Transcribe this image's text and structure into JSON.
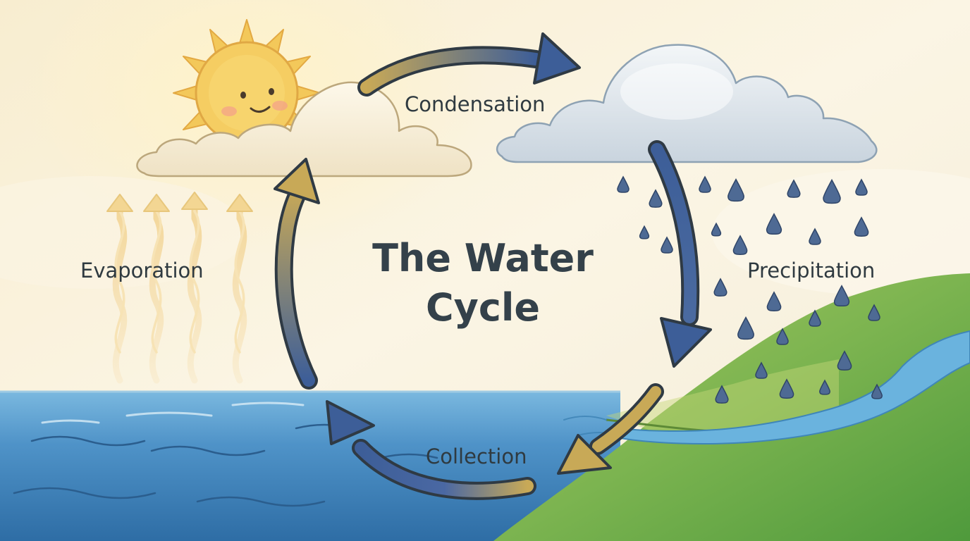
{
  "title": {
    "line1": "The Water",
    "line2": "Cycle"
  },
  "stages": {
    "condensation": "Condensation",
    "evaporation": "Evaporation",
    "precipitation": "Precipitation",
    "collection": "Collection"
  },
  "colors": {
    "sky_light": "#fbf4e0",
    "sky_warm": "#f3e3bb",
    "sun": "#f3c85a",
    "sun_rays": "#efbf55",
    "cloud_light": "#f7efda",
    "rain_cloud": "#dfe6ec",
    "raindrop": "#4e6a94",
    "sea": "#4f93c8",
    "sea_deep": "#2e6da5",
    "hill": "#7cb450",
    "hill_dark": "#4f9a3c",
    "river": "#6ab3de",
    "arrow_blue": "#3d5e98",
    "arrow_gold": "#c8a957",
    "outline": "#33404b"
  },
  "icons": [
    "sun-icon",
    "cloud-icon",
    "rain-cloud-icon",
    "raindrop-icon",
    "cycle-arrow-icon",
    "vapor-arrow-icon"
  ]
}
